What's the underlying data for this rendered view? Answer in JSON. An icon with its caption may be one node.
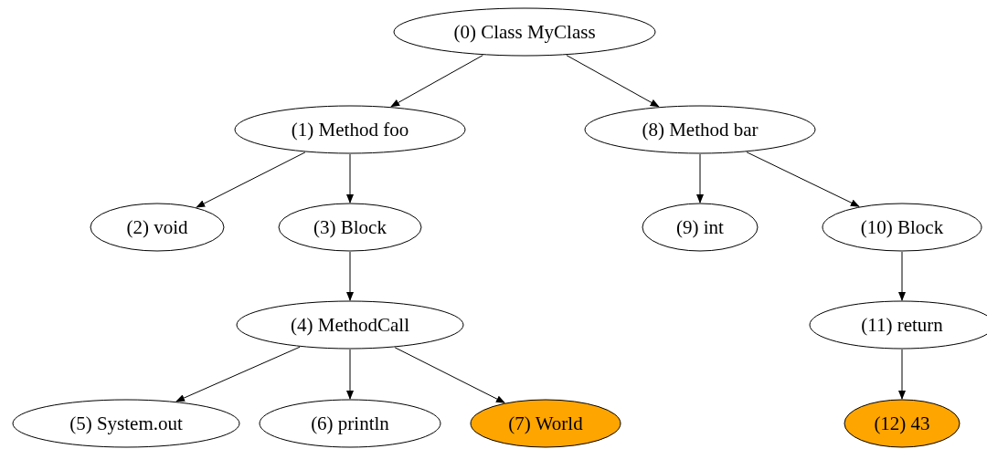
{
  "diagram": {
    "nodes": [
      {
        "text": [
          "(0) Class MyClass"
        ]
      },
      {
        "text": [
          "(1) Method foo"
        ]
      },
      {
        "text": [
          "(2) void"
        ]
      },
      {
        "text": [
          "(3) Block"
        ]
      },
      {
        "text": [
          "(4) MethodCall"
        ]
      },
      {
        "text": [
          "(5) System.out"
        ]
      },
      {
        "text": [
          "(6) println"
        ]
      },
      {
        "text": [
          "(7) World"
        ]
      },
      {
        "text": [
          "(8) Method bar"
        ]
      },
      {
        "text": [
          "(9) int"
        ]
      },
      {
        "text": [
          "(10) Block"
        ]
      },
      {
        "text": [
          "(11) return"
        ]
      },
      {
        "text": [
          "(12) 43"
        ]
      }
    ],
    "edges": [
      {
        "from": 0,
        "to": 1,
        "arrow": "to"
      },
      {
        "from": 0,
        "to": 8,
        "arrow": "to"
      },
      {
        "from": 1,
        "to": 2,
        "arrow": "to"
      },
      {
        "from": 1,
        "to": 3,
        "arrow": "to"
      },
      {
        "from": 3,
        "to": 4,
        "arrow": "to"
      },
      {
        "from": 4,
        "to": 5,
        "arrow": "to"
      },
      {
        "from": 4,
        "to": 6,
        "arrow": "to"
      },
      {
        "from": 4,
        "to": 7,
        "arrow": "to"
      },
      {
        "from": 8,
        "to": 9,
        "arrow": "to"
      },
      {
        "from": 8,
        "to": 10,
        "arrow": "to"
      },
      {
        "from": 10,
        "to": 11,
        "arrow": "to"
      },
      {
        "from": 11,
        "to": 12,
        "arrow": "to"
      }
    ]
  }
}
